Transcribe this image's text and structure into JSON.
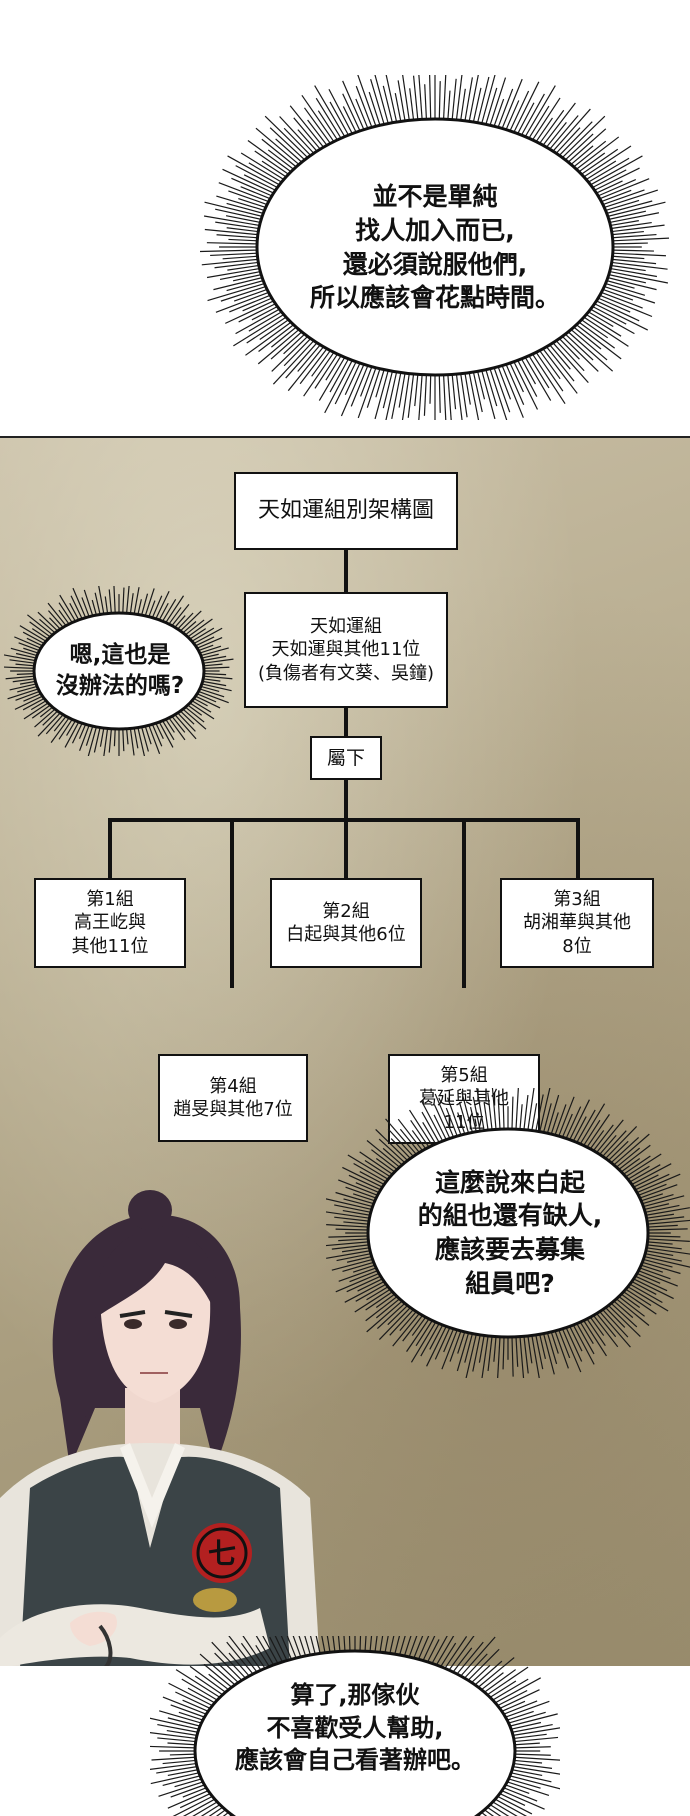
{
  "panels": {
    "top": {
      "bubble_text": "並不是單純\n找人加入而已,\n還必須說服他們,\n所以應該會花點時間。"
    },
    "chart": {
      "left_bubble_text": "嗯,這也是\n沒辦法的嗎?",
      "right_bubble_text": "這麼說來白起\n的組也還有缺人,\n應該要去募集\n組員吧?",
      "org_chart": {
        "title": "天如運組別架構圖",
        "main": "天如運組\n天如運與其他11位\n(負傷者有文葵、吳鐘)",
        "subordinate_label": "屬下",
        "groups": [
          {
            "text": "第1組\n高王屹與\n其他11位"
          },
          {
            "text": "第2組\n白起與其他6位"
          },
          {
            "text": "第3組\n胡湘華與其他\n8位"
          },
          {
            "text": "第4組\n趙旻與其他7位"
          },
          {
            "text": "第5組\n葛延與其他\n11位"
          }
        ]
      }
    },
    "bottom": {
      "bubble_text": "算了,那傢伙\n不喜歡受人幫助,\n應該會自己看著辦吧。"
    }
  },
  "colors": {
    "parchment": "#b8ad90",
    "ink": "#111111",
    "hair": "#3a2a3a",
    "vest": "#3b4447",
    "robe": "#e8e4dc",
    "badge": "#b32020"
  },
  "icons": {
    "badge_glyph": "七"
  }
}
